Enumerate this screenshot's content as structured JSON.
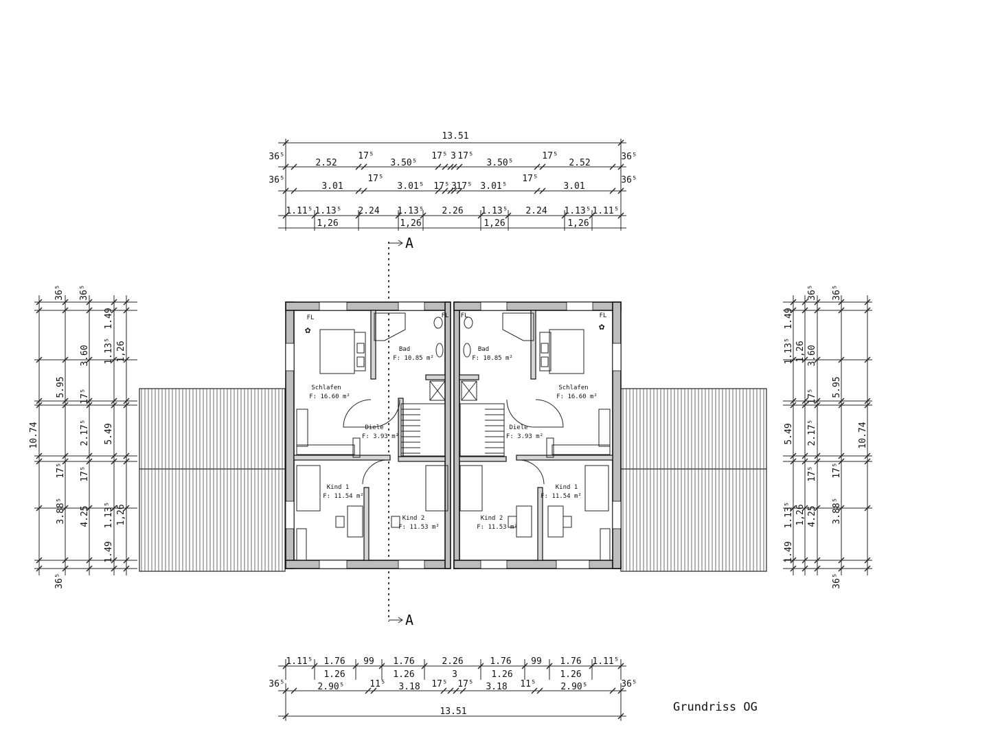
{
  "title": "Grundriss OG",
  "section_marker": "A",
  "dims": {
    "overall": "13.51",
    "outer_wall": "36⁵",
    "row1": [
      "2.52",
      "17⁵",
      "3.50⁵",
      "17⁵",
      "3",
      "17⁵",
      "3.50⁵",
      "17⁵",
      "2.52"
    ],
    "row2": [
      "3.01",
      "17⁵",
      "3.01⁵",
      "17⁵",
      "3",
      "17⁵",
      "3.01⁵",
      "17⁵",
      "3.01"
    ],
    "row3": [
      "1.11⁵",
      "1.13⁵",
      "2.24",
      "1.13⁵",
      "2.26",
      "1.13⁵",
      "2.24",
      "1.13⁵",
      "1.11⁵"
    ],
    "row3_sub": [
      "1,26",
      "1,26",
      "1,26",
      "1,26"
    ],
    "bottom_row1": [
      "1.11⁵",
      "1.76",
      "99",
      "1.76",
      "2.26",
      "1.76",
      "99",
      "1.76",
      "1.11⁵"
    ],
    "bottom_row1_sub": [
      "1.26",
      "1.26",
      "3",
      "1.26",
      "1.26"
    ],
    "bottom_row2": [
      "2.90⁵",
      "11⁵",
      "3.18",
      "17⁵",
      "17⁵",
      "3.18",
      "11⁵",
      "2.90⁵"
    ],
    "side_total": "10.74",
    "side_a": [
      "5.95",
      "17⁵",
      "3.88⁵"
    ],
    "side_b": [
      "3.60",
      "17⁵",
      "2.17⁵",
      "17⁵",
      "4.25"
    ],
    "side_c": [
      "5.49"
    ],
    "side_d": [
      "1.49",
      "1.13⁵",
      "1.13⁵",
      "1.49"
    ],
    "side_d_sub": [
      "1,26",
      "1,26"
    ]
  },
  "rooms": [
    {
      "name": "Schlafen",
      "area": "F: 16.60 m²"
    },
    {
      "name": "Bad",
      "area": "F: 10.85 m²"
    },
    {
      "name": "Diele",
      "area": "F: 3.93 m²"
    },
    {
      "name": "Kind 1",
      "area": "F: 11.54 m²"
    },
    {
      "name": "Kind 2",
      "area": "F: 11.53 m²"
    },
    {
      "name": "Bad",
      "area": "F: 10.85 m²"
    },
    {
      "name": "Schlafen",
      "area": "F: 16.60 m²"
    },
    {
      "name": "Diele",
      "area": "F: 3.93 m²"
    },
    {
      "name": "Kind 2",
      "area": "F: 11.53 m²"
    },
    {
      "name": "Kind 1",
      "area": "F: 11.54 m²"
    }
  ],
  "fl_label": "FL"
}
